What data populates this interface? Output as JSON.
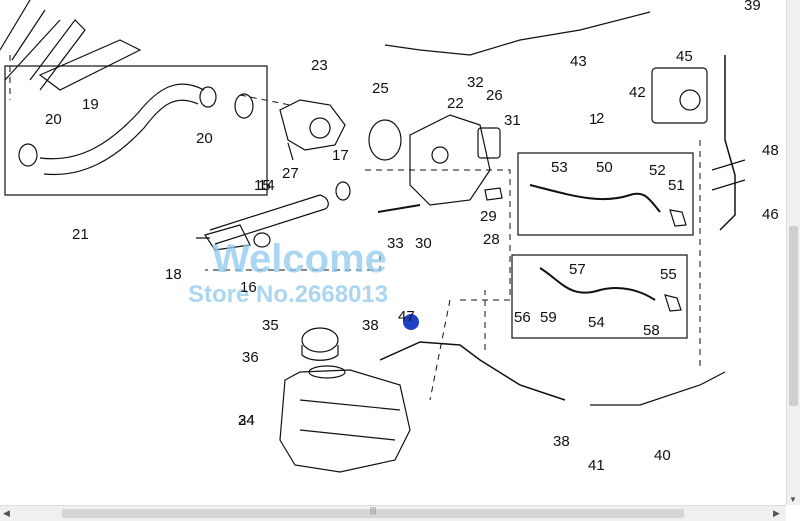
{
  "watermark": {
    "line1": "Welcome",
    "line2": "Store No.2668013"
  },
  "part_labels": [
    "1",
    "2",
    "14",
    "15",
    "16",
    "17",
    "18",
    "19",
    "20",
    "20",
    "21",
    "22",
    "23",
    "24",
    "25",
    "26",
    "27",
    "28",
    "29",
    "30",
    "31",
    "32",
    "33",
    "34",
    "35",
    "36",
    "38",
    "38",
    "39",
    "40",
    "41",
    "42",
    "43",
    "45",
    "46",
    "47",
    "48",
    "50",
    "51",
    "52",
    "53",
    "54",
    "55",
    "56",
    "57",
    "58",
    "59"
  ],
  "colors": {
    "line": "#111111",
    "watermark": "#8ec9ee",
    "marker": "#1f3fc6"
  }
}
